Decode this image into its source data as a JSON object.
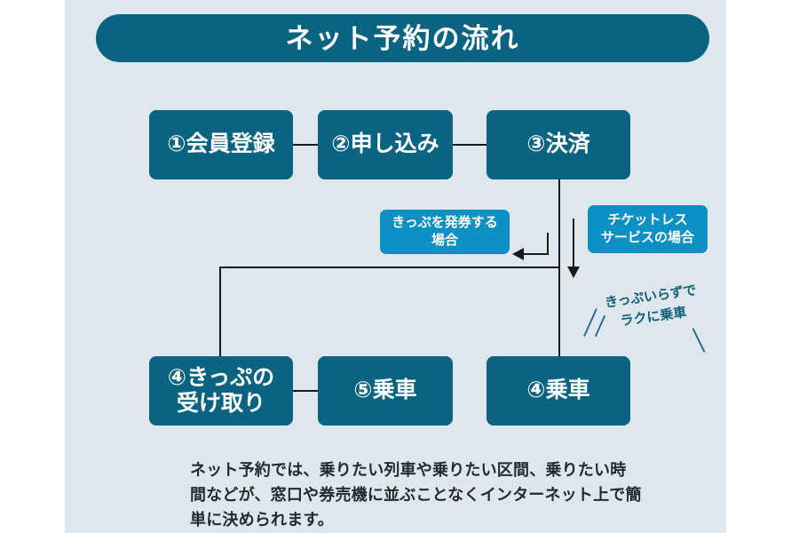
{
  "header": {
    "title": "ネット予約の流れ"
  },
  "colors": {
    "background": "#dfe7ee",
    "page": "#ffffff",
    "step_box": "#0a6380",
    "condition_box": "#0d91c4",
    "connector": "#1a1a1a",
    "annotation_text": "#12607c",
    "caption_text": "#242a30"
  },
  "flow": {
    "steps": [
      {
        "id": "step-1",
        "label": "①会員登録"
      },
      {
        "id": "step-2",
        "label": "②申し込み"
      },
      {
        "id": "step-3",
        "label": "③決済"
      },
      {
        "id": "step-4-ticket-pickup",
        "label": "④きっぷの\n受け取り"
      },
      {
        "id": "step-5-board",
        "label": "⑤乗車"
      },
      {
        "id": "step-4-board",
        "label": "④乗車"
      }
    ],
    "conditions": [
      {
        "id": "condition-paper-ticket",
        "label": "きっぷを発券する\n場合"
      },
      {
        "id": "condition-ticketless",
        "label": "チケットレス\nサービスの場合"
      }
    ]
  },
  "annotation": {
    "text": "きっぷいらずで\nラクに乗車"
  },
  "caption": {
    "line1": "ネット予約では、乗りたい列車や乗りたい区間、乗りたい時",
    "line2": "間などが、窓口や券売機に並ぶことなくインターネット上で簡",
    "line3": "単に決められます。"
  }
}
